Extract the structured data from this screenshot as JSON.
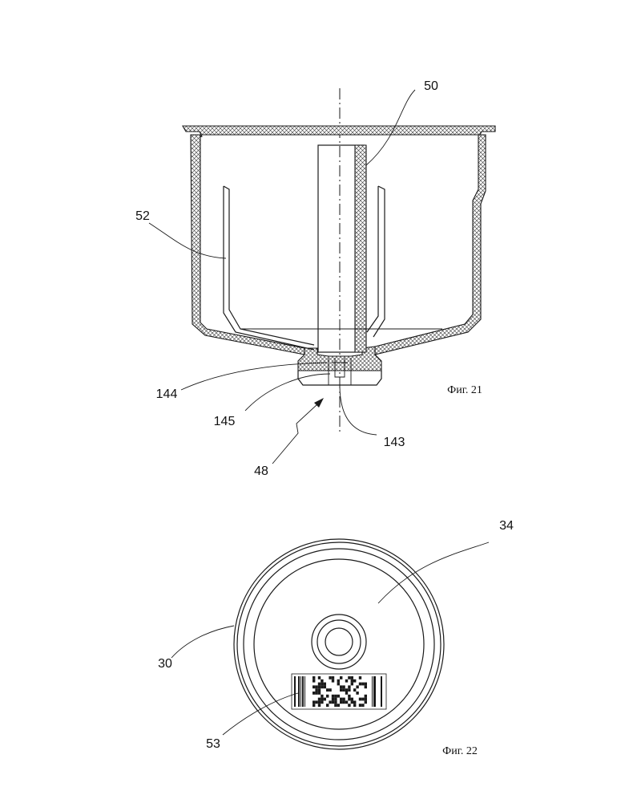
{
  "figures": [
    {
      "caption": "Фиг. 21",
      "labels": [
        "50",
        "52",
        "144",
        "145",
        "143",
        "48"
      ]
    },
    {
      "caption": "Фиг. 22",
      "labels": [
        "34",
        "30",
        "53"
      ]
    }
  ],
  "colors": {
    "ink": "#1a1a1a",
    "background": "#ffffff"
  }
}
